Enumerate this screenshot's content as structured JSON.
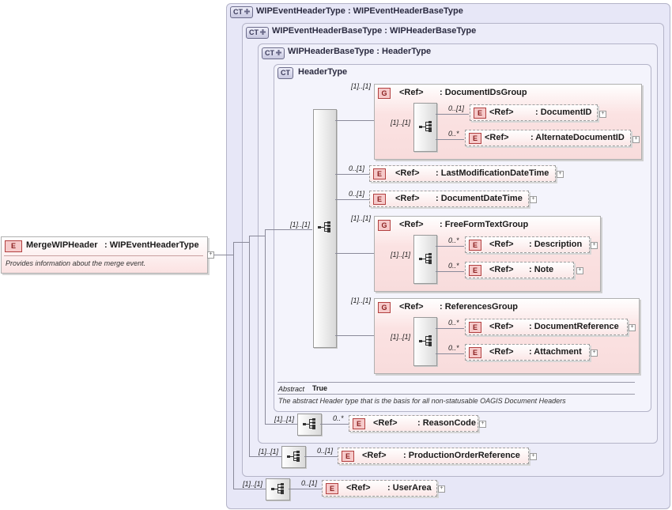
{
  "root": {
    "badge": "E",
    "name": "MergeWIPHeader",
    "type": ": WIPEventHeaderType",
    "doc": "Provides information about the merge event."
  },
  "complex_types": [
    {
      "badge": "CT",
      "title": "WIPEventHeaderType : WIPEventHeaderBaseType"
    },
    {
      "badge": "CT",
      "title": "WIPEventHeaderBaseType : WIPHeaderBaseType"
    },
    {
      "badge": "CT",
      "title": "WIPHeaderBaseType : HeaderType"
    },
    {
      "badge": "CT",
      "title": "HeaderType"
    }
  ],
  "header_seq_card": "[1]..[1]",
  "groups": [
    {
      "badge": "G",
      "ref": "<Ref>",
      "name": ": DocumentIDsGroup",
      "card": "[1]..[1]",
      "seq_card": "[1]..[1]",
      "items": [
        {
          "badge": "E",
          "ref": "<Ref>",
          "name": ": DocumentID",
          "card": "0..[1]"
        },
        {
          "badge": "E",
          "ref": "<Ref>",
          "name": ": AlternateDocumentID",
          "card": "0..*"
        }
      ]
    },
    {
      "badge": "G",
      "ref": "<Ref>",
      "name": ": FreeFormTextGroup",
      "card": "[1]..[1]",
      "seq_card": "[1]..[1]",
      "items": [
        {
          "badge": "E",
          "ref": "<Ref>",
          "name": ": Description",
          "card": "0..*"
        },
        {
          "badge": "E",
          "ref": "<Ref>",
          "name": ": Note",
          "card": "0..*"
        }
      ]
    },
    {
      "badge": "G",
      "ref": "<Ref>",
      "name": ": ReferencesGroup",
      "card": "[1]..[1]",
      "seq_card": "[1]..[1]",
      "items": [
        {
          "badge": "E",
          "ref": "<Ref>",
          "name": ": DocumentReference",
          "card": "0..*"
        },
        {
          "badge": "E",
          "ref": "<Ref>",
          "name": ": Attachment",
          "card": "0..*"
        }
      ]
    }
  ],
  "elements": {
    "last_mod": {
      "badge": "E",
      "ref": "<Ref>",
      "name": ": LastModificationDateTime",
      "card": "0..[1]"
    },
    "doc_dt": {
      "badge": "E",
      "ref": "<Ref>",
      "name": ": DocumentDateTime",
      "card": "0..[1]"
    },
    "reason": {
      "badge": "E",
      "ref": "<Ref>",
      "name": ": ReasonCode",
      "card": "0..*",
      "seq_card": "[1]..[1]"
    },
    "prod_order": {
      "badge": "E",
      "ref": "<Ref>",
      "name": ": ProductionOrderReference",
      "card": "0..[1]",
      "seq_card": "[1]..[1]"
    },
    "user_area": {
      "badge": "E",
      "ref": "<Ref>",
      "name": ": UserArea",
      "card": "0..[1]",
      "seq_card": "[1]..[1]"
    }
  },
  "header_props": {
    "abstract_label": "Abstract",
    "abstract_value": "True",
    "doc": "The abstract Header type that is the basis for all non-statusable OAGIS Document Headers"
  },
  "expander_symbol": "+",
  "colors": {
    "ct_fill": "#e6e6fa",
    "element_fill": "#fbe7e7",
    "line": "#8a8a9a"
  }
}
